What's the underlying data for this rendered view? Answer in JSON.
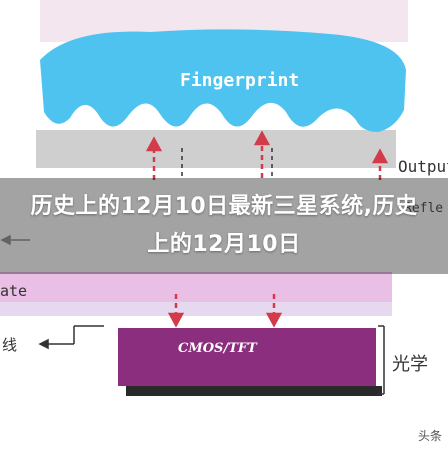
{
  "overlay": {
    "title": "历史上的12月10日最新三星系统,历史上的12月10日"
  },
  "diagram": {
    "fingerprint_label": "Fingerprint",
    "output_label": "Output",
    "reflect_label": "Refle",
    "substrate_label": "ate",
    "left_label": "线",
    "cmos_label": "CMOS/TFT",
    "light_label": "光学"
  },
  "watermark": {
    "text": "头条"
  },
  "colors": {
    "fingerprint": "#4fc3ef",
    "gray_band": "#cfcfcf",
    "pink_band": "#e9bfe6",
    "lavender_band": "#e6d9ef",
    "cmos": "#8b2e7d",
    "cmos_shadow": "#2a2a2a",
    "arrow_red": "#d33a4a",
    "overlay": "#000000"
  }
}
